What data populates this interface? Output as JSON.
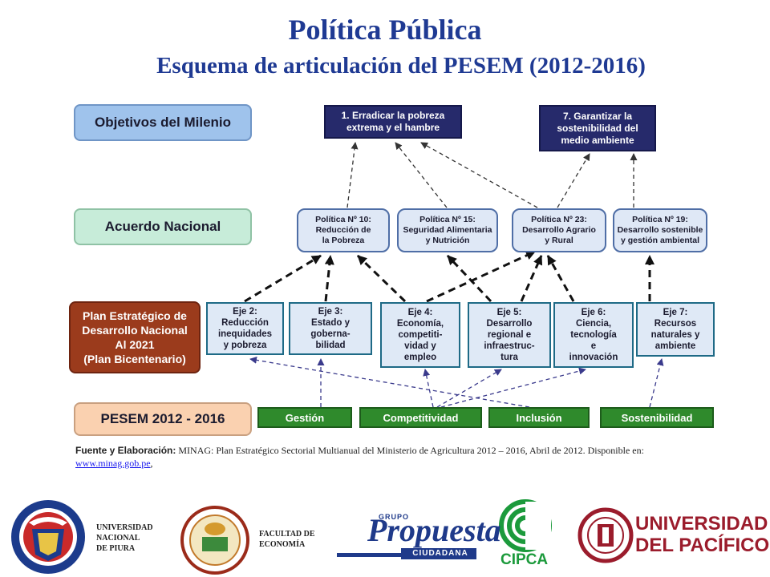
{
  "title": "Política Pública",
  "subtitle": "Esquema de articulación del PESEM (2012-2016)",
  "rows": {
    "milenio": "Objetivos del Milenio",
    "acuerdo": "Acuerdo Nacional",
    "plan": [
      "Plan Estratégico de",
      "Desarrollo Nacional",
      "Al 2021",
      "(Plan Bicentenario)"
    ],
    "pesem": "PESEM 2012 - 2016"
  },
  "goals": [
    [
      "1. Erradicar la pobreza",
      "extrema y el hambre"
    ],
    [
      "7. Garantizar la",
      "sostenibilidad del",
      "medio ambiente"
    ]
  ],
  "policies": [
    [
      "Política Nº 10:",
      "Reducción de",
      "la Pobreza"
    ],
    [
      "Política Nº 15:",
      "Seguridad Alimentaria",
      "y Nutrición"
    ],
    [
      "Política Nº 23:",
      "Desarrollo Agrario",
      "y Rural"
    ],
    [
      "Política Nº 19:",
      "Desarrollo sostenible",
      "y gestión ambiental"
    ]
  ],
  "ejes": [
    [
      "Eje 2:",
      "Reducción",
      "inequidades",
      "y pobreza"
    ],
    [
      "Eje 3:",
      "Estado y",
      "goberna-",
      "bilidad"
    ],
    [
      "Eje 4:",
      "Economía,",
      "competiti-",
      "vidad y",
      "empleo"
    ],
    [
      "Eje 5:",
      "Desarrollo",
      "regional e",
      "infraestruc-",
      "tura"
    ],
    [
      "Eje 6:",
      "Ciencia,",
      "tecnología",
      "e",
      "innovación"
    ],
    [
      "Eje 7:",
      "Recursos",
      "naturales y",
      "ambiente"
    ]
  ],
  "pesem_items": [
    "Gestión",
    "Competitividad",
    "Inclusión",
    "Sostenibilidad"
  ],
  "source": {
    "label": "Fuente y Elaboración:",
    "text": " MINAG: Plan Estratégico Sectorial Multianual del Ministerio de Agricultura 2012 – 2016, Abril de 2012. Disponible en: ",
    "link": "www.minag.gob.pe",
    "after": ","
  },
  "footer": {
    "unp": [
      "UNIVERSIDAD",
      "NACIONAL",
      "DE PIURA"
    ],
    "facultad": [
      "FACULTAD DE",
      "ECONOMÍA"
    ],
    "grupo": "GRUPO",
    "propuesta": "Propuesta",
    "ciudadana": "CIUDADANA",
    "cipca": "CIPCA",
    "up": [
      "UNIVERSIDAD",
      "DEL PACÍFICO"
    ]
  },
  "colors": {
    "title": "#1f3a93",
    "goal": "#262a6b",
    "pesem": "#2f8a2c",
    "plan": "#9b3b1c"
  }
}
